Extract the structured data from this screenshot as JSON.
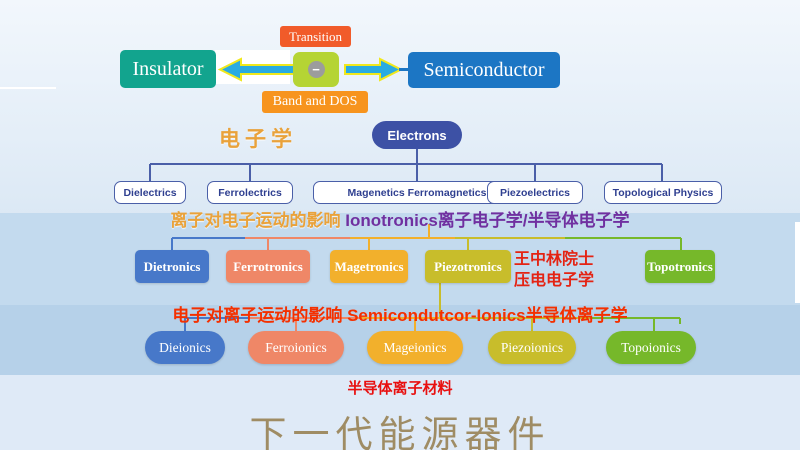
{
  "top": {
    "transition": "Transition",
    "insulator": "Insulator",
    "semiconductor": "Semiconductor",
    "band_dos": "Band and DOS",
    "minus": "−"
  },
  "electronics": {
    "cn_label": "电子学",
    "root": "Electrons",
    "branches": [
      "Dielectrics",
      "Ferrolectrics",
      "Magenetics Ferromagnetics",
      "Piezoelectrics",
      "Topological Physics"
    ]
  },
  "ionotronics": {
    "cn_prefix": "离子对电子运动的影响 ",
    "en": "Ionotronics",
    "cn_suffix": "离子电子学/半导体电子学",
    "boxes": [
      "Dietronics",
      "Ferrotronics",
      "Magetronics",
      "Piezotronics",
      "Topotronics"
    ],
    "annotation_line1": "王中林院士",
    "annotation_line2": "压电电子学"
  },
  "semiconductor_ionics": {
    "cn_prefix": "电子对离子运动的影响 ",
    "en": "Semicondutcor-Ionics",
    "cn_suffix": "半导体离子学",
    "boxes": [
      "Dieionics",
      "Ferroionics",
      "Mageionics",
      "Piezoionics",
      "Topoionics"
    ]
  },
  "footer": {
    "materials_label": "半导体离子材料",
    "title": "下一代能源器件"
  },
  "colors": {
    "teal": "#12a48e",
    "blue_box": "#1c76c4",
    "orange_red": "#f15b2a",
    "orange": "#f7941e",
    "yellow_green": "#b5d434",
    "arrow_cyan": "#29abe2",
    "arrow_outline_yellow": "#f0e81c",
    "tree_blue": "#4a5fa8",
    "electrons_navy": "#3d51a5",
    "family_blue": "#4778c9",
    "family_salmon": "#ef8767",
    "family_yellow": "#f2b02c",
    "family_olive": "#c8bd2b",
    "family_green": "#76b82a",
    "cn_orange": "#e9a23b",
    "purple": "#7030a0",
    "red": "#e42313",
    "red_orange": "#f43000",
    "title_tan": "#9f8c64"
  }
}
